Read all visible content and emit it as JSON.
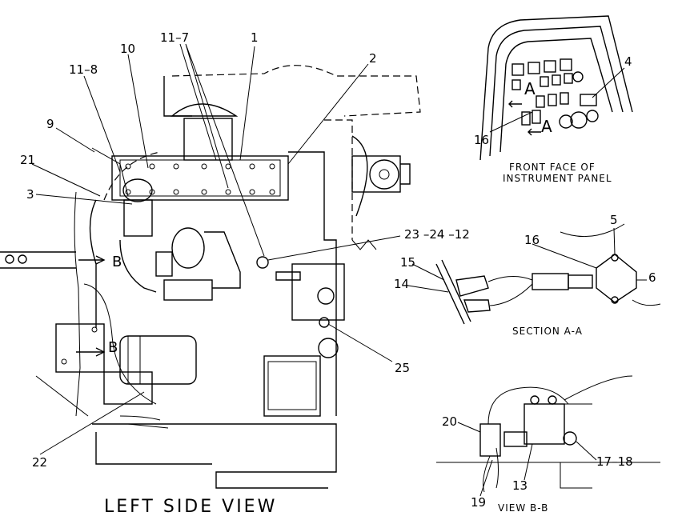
{
  "titles": {
    "left_side_view": "LEFT SIDE VIEW",
    "view_bb": "VIEW B-B",
    "section_aa": "SECTION A-A",
    "panel_line1": "FRONT FACE OF",
    "panel_line2": "INSTRUMENT PANEL"
  },
  "callouts": {
    "c1": "1",
    "c2": "2",
    "c3": "3",
    "c4": "4",
    "c5": "5",
    "c6": "6",
    "c9": "9",
    "c10": "10",
    "c11_7": "11–7",
    "c11_8": "11–8",
    "c13": "13",
    "c14": "14",
    "c15": "15",
    "c16a": "16",
    "c16b": "16",
    "c17_18": "17–18",
    "c19": "19",
    "c20": "20",
    "c21": "21",
    "c22": "22",
    "c23_24_12": "23 –24 –12",
    "c25": "25"
  },
  "section_marks": {
    "a_top": "A",
    "a_bottom": "A",
    "b_top": "B",
    "b_bottom": "B"
  }
}
